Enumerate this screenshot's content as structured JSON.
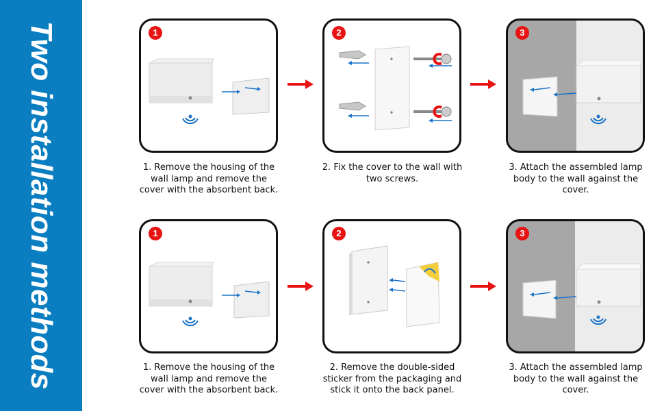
{
  "sidebar": {
    "title": "Two installation methods"
  },
  "rows": [
    {
      "steps": [
        {
          "number": "1",
          "caption": "1. Remove the housing of the wall lamp and remove the cover with the absorbent back."
        },
        {
          "number": "2",
          "caption": "2. Fix the cover to the wall with two screws."
        },
        {
          "number": "3",
          "caption": "3. Attach the assembled lamp body to the wall against the cover."
        }
      ]
    },
    {
      "steps": [
        {
          "number": "1",
          "caption": "1. Remove the housing of the wall lamp and remove the cover with the absorbent back."
        },
        {
          "number": "2",
          "caption": "2. Remove the double-sided sticker from the packaging and stick it onto the back panel."
        },
        {
          "number": "3",
          "caption": "3. Attach the assembled lamp body to the wall against the cover."
        }
      ]
    }
  ],
  "colors": {
    "sidebar": "#0a7ec1",
    "step_number": "#e81414",
    "arrow": "#e81414",
    "motion_arrow": "#1a73c9",
    "wall": "#a7a7a7"
  },
  "icons": [
    "magnet-waves-icon",
    "wall-anchor-icon",
    "screw-icon",
    "next-step-arrow-icon",
    "motion-arrow-icon"
  ]
}
